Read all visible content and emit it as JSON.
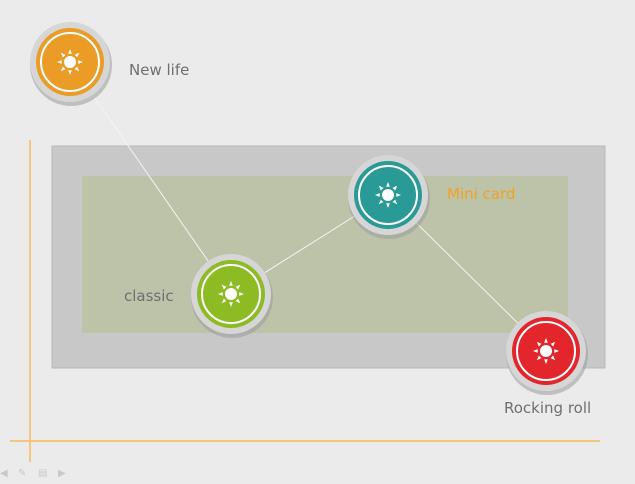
{
  "nodes": [
    {
      "id": "new-life",
      "label": "New life",
      "icon": "sun-icon",
      "color": "#ea9c27",
      "ring": "#f3c071"
    },
    {
      "id": "classic",
      "label": "classic",
      "icon": "sun-icon",
      "color": "#8dbb24",
      "ring": "#b4d96a"
    },
    {
      "id": "mini-card",
      "label": "Mini card",
      "icon": "sun-icon",
      "color": "#2a9a96",
      "ring": "#6ac4c0"
    },
    {
      "id": "rocking-roll",
      "label": "Rocking roll",
      "icon": "sun-icon",
      "color": "#e2262c",
      "ring": "#f07476"
    }
  ],
  "label_colors": {
    "default": "#6f6f6f",
    "mini_card": "#f0a323"
  },
  "accent_line_color": "#f6bd5a",
  "panel_outer_color": "#c8c8c8",
  "panel_inner_color": "#bcc3a8",
  "toolbar": {
    "icons": [
      "arrow-left-icon",
      "pen-icon",
      "menu-icon",
      "arrow-right-icon"
    ]
  }
}
